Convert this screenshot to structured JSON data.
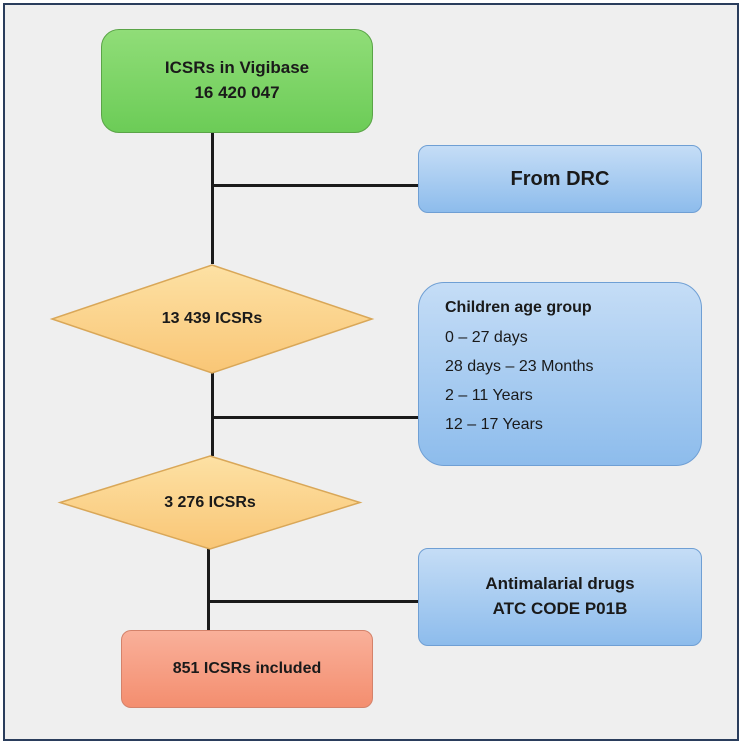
{
  "diagram": {
    "start": {
      "line1": "ICSRs in Vigibase",
      "line2": "16 420 047"
    },
    "filter_country": "From DRC",
    "decision_1": "13 439 ICSRs",
    "filter_age": {
      "title": "Children age group",
      "items": [
        "0 – 27 days",
        "28 days – 23 Months",
        "2 – 11 Years",
        "12 – 17 Years"
      ]
    },
    "decision_2": "3 276 ICSRs",
    "filter_drug": {
      "line1": "Antimalarial drugs",
      "line2": "ATC CODE P01B"
    },
    "end": "851 ICSRs included"
  },
  "colors": {
    "start": "#7ed366",
    "filter": "#a9cdf2",
    "decision": "#fbd58f",
    "end": "#f69f82",
    "frame_border": "#2a3d5c"
  }
}
